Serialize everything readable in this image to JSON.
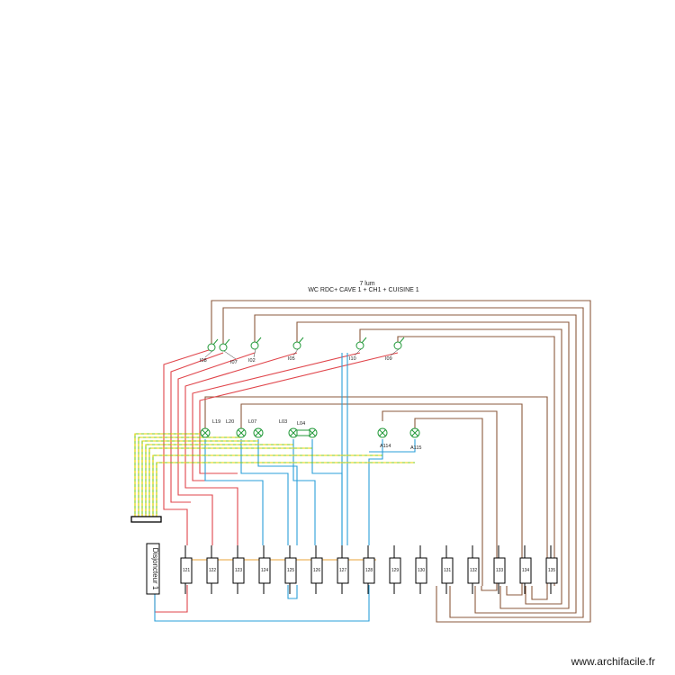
{
  "title": {
    "line1": "7  lum",
    "line2": "WC RDC+ CAVE 1 + CH1 + CUISINE 1"
  },
  "switches": [
    "I08",
    "I07",
    "I02",
    "I05",
    "I10",
    "I09"
  ],
  "lamps": [
    "L19",
    "L20",
    "L07",
    "L03",
    "L04",
    "A114",
    "A115"
  ],
  "breaker": "Disjoncteur 1",
  "terminals": [
    "121",
    "122",
    "123",
    "124",
    "125",
    "126",
    "127",
    "128",
    "129",
    "130",
    "131",
    "132",
    "133",
    "134",
    "135"
  ],
  "watermark": "www.archifacile.fr",
  "colors": {
    "phase": "#e0454b",
    "neutral": "#2a9fd8",
    "return": "#8b5a3c",
    "earth": "#7acc1a",
    "earth_dash": "#e8d200",
    "orange": "#e8a33a"
  }
}
